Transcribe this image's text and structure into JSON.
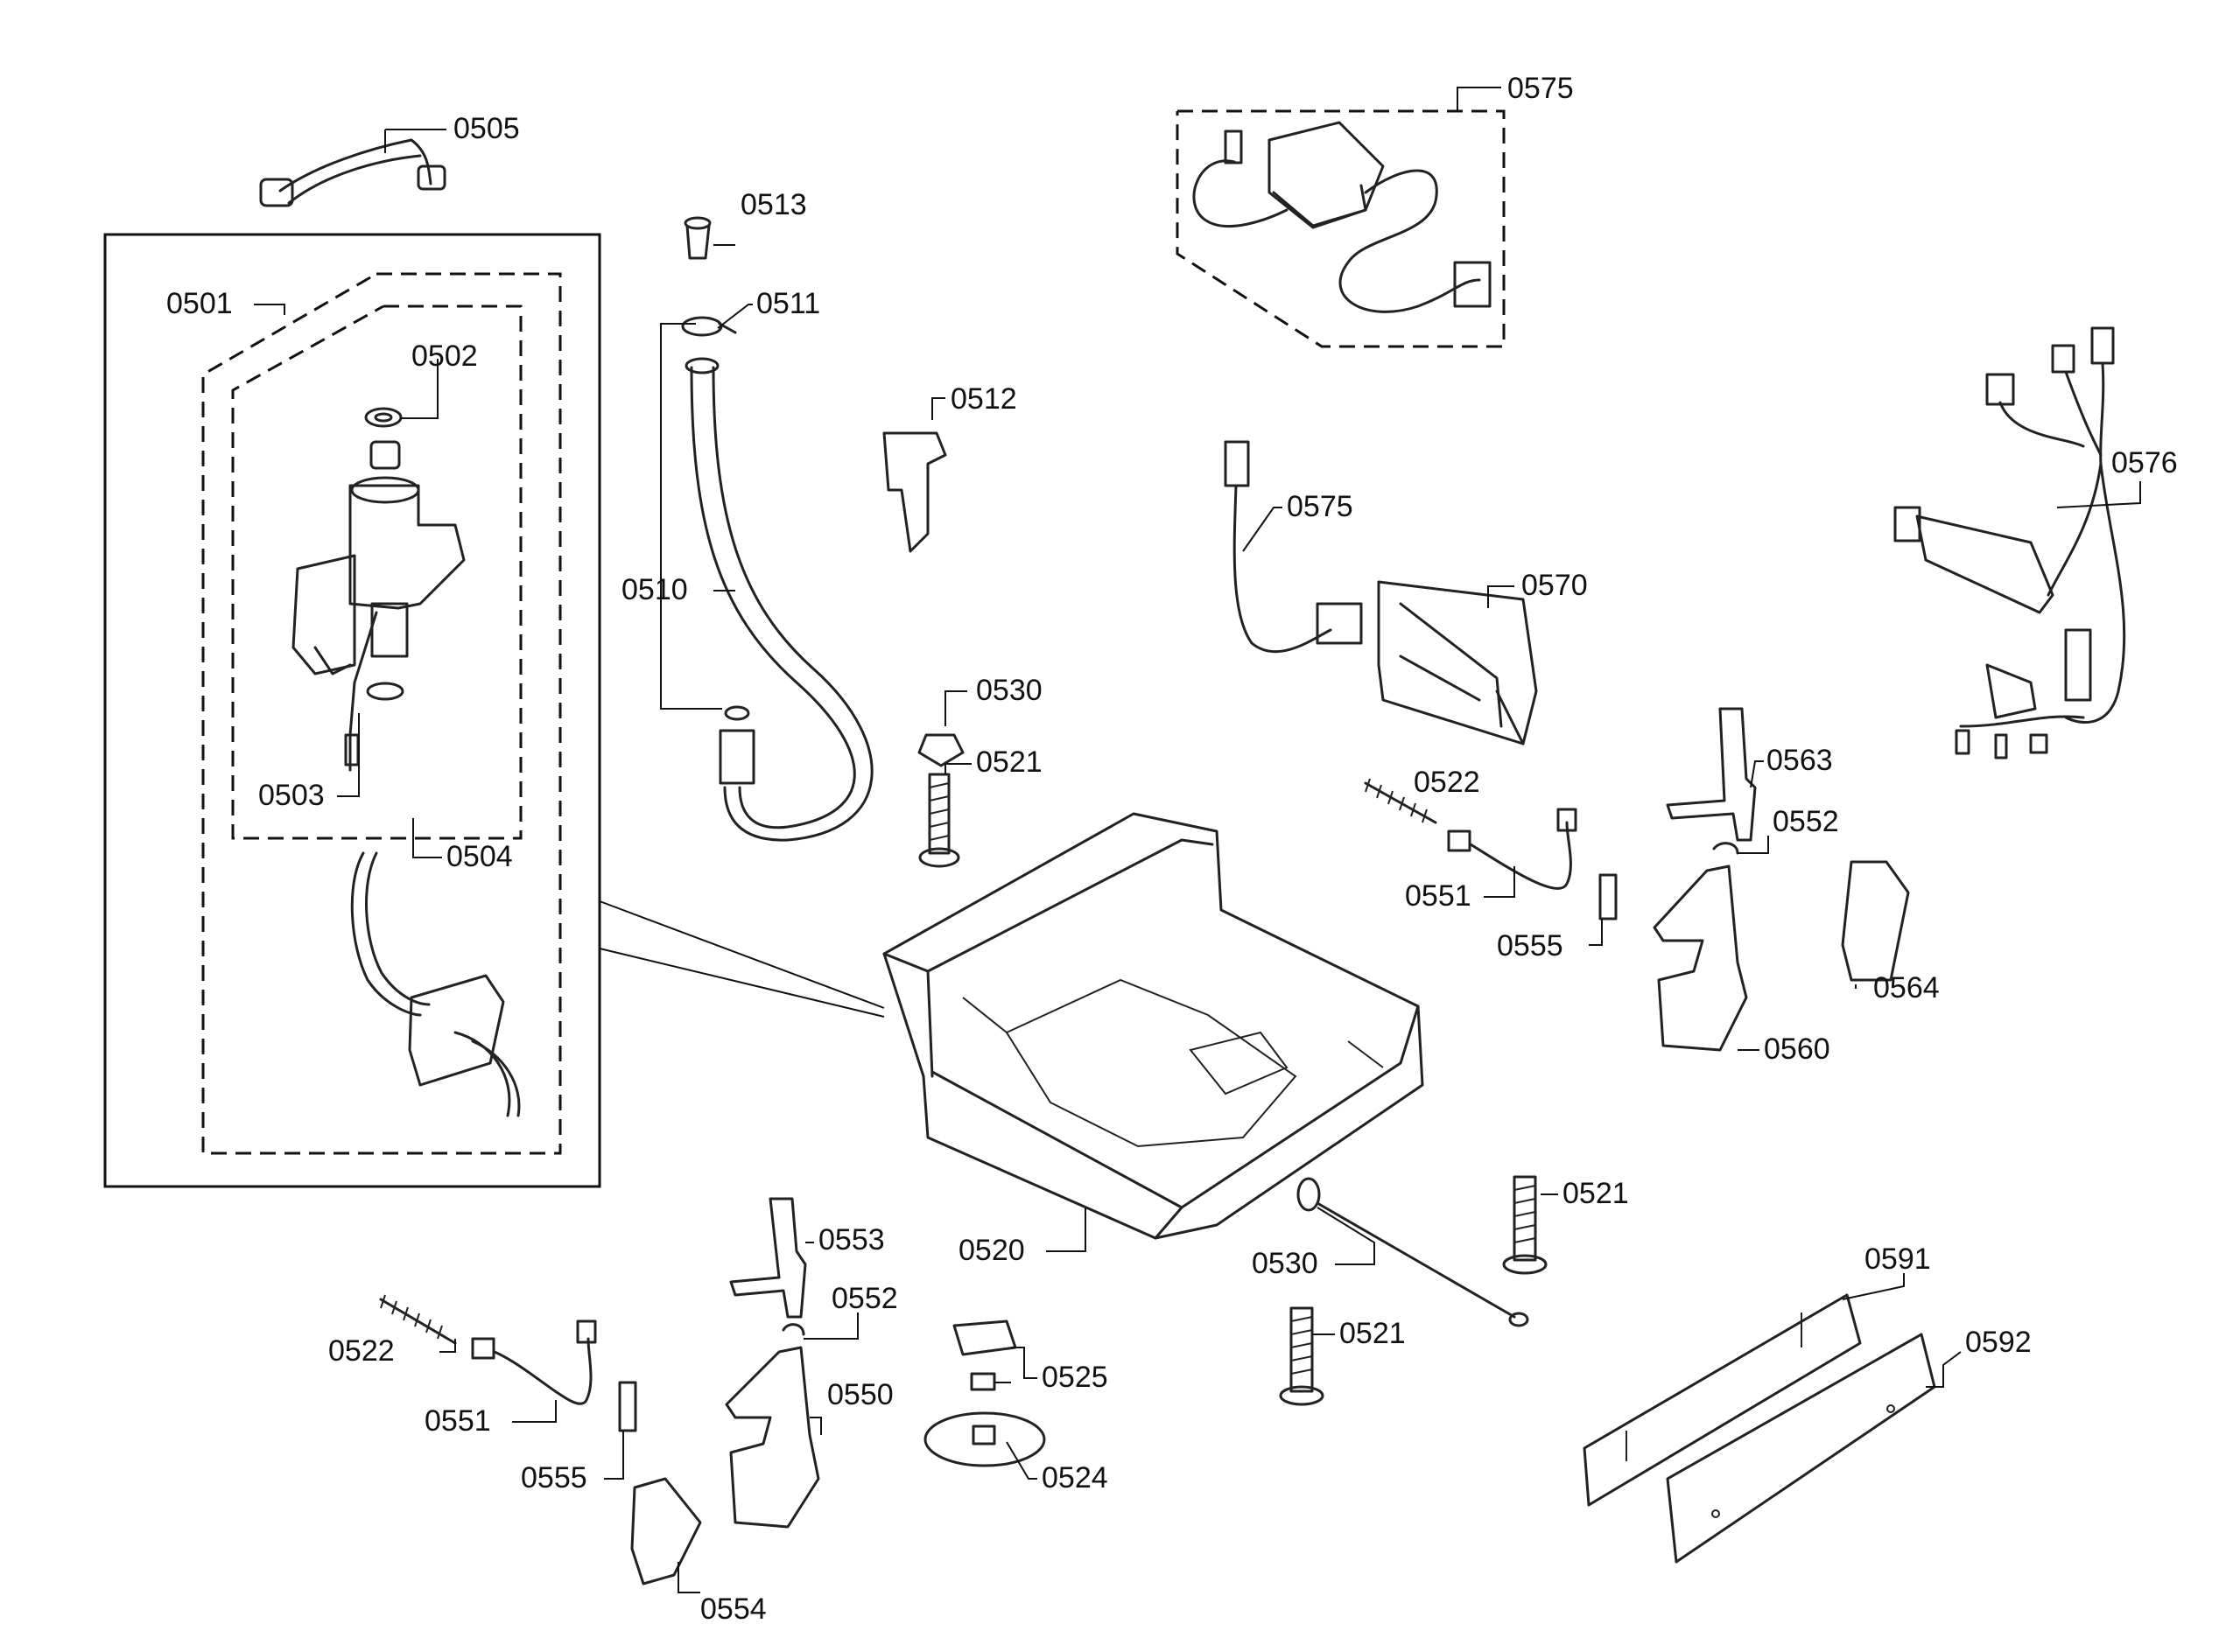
{
  "colors": {
    "line": "#111111",
    "background": "#ffffff"
  },
  "callouts": {
    "c0505": "0505",
    "c0513": "0513",
    "c0511": "0511",
    "c0501": "0501",
    "c0502": "0502",
    "c0503": "0503",
    "c0504": "0504",
    "c0510": "0510",
    "c0512": "0512",
    "c0575a": "0575",
    "c0575b": "0575",
    "c0570": "0570",
    "c0576": "0576",
    "c0530a": "0530",
    "c0521a": "0521",
    "c0522a": "0522",
    "c0551a": "0551",
    "c0555a": "0555",
    "c0563": "0563",
    "c0552a": "0552",
    "c0564": "0564",
    "c0560": "0560",
    "c0520": "0520",
    "c0530b": "0530",
    "c0521b": "0521",
    "c0521c": "0521",
    "c0553": "0553",
    "c0552b": "0552",
    "c0522b": "0522",
    "c0551b": "0551",
    "c0525": "0525",
    "c0550": "0550",
    "c0555b": "0555",
    "c0524": "0524",
    "c0554": "0554",
    "c0591": "0591",
    "c0592": "0592"
  }
}
